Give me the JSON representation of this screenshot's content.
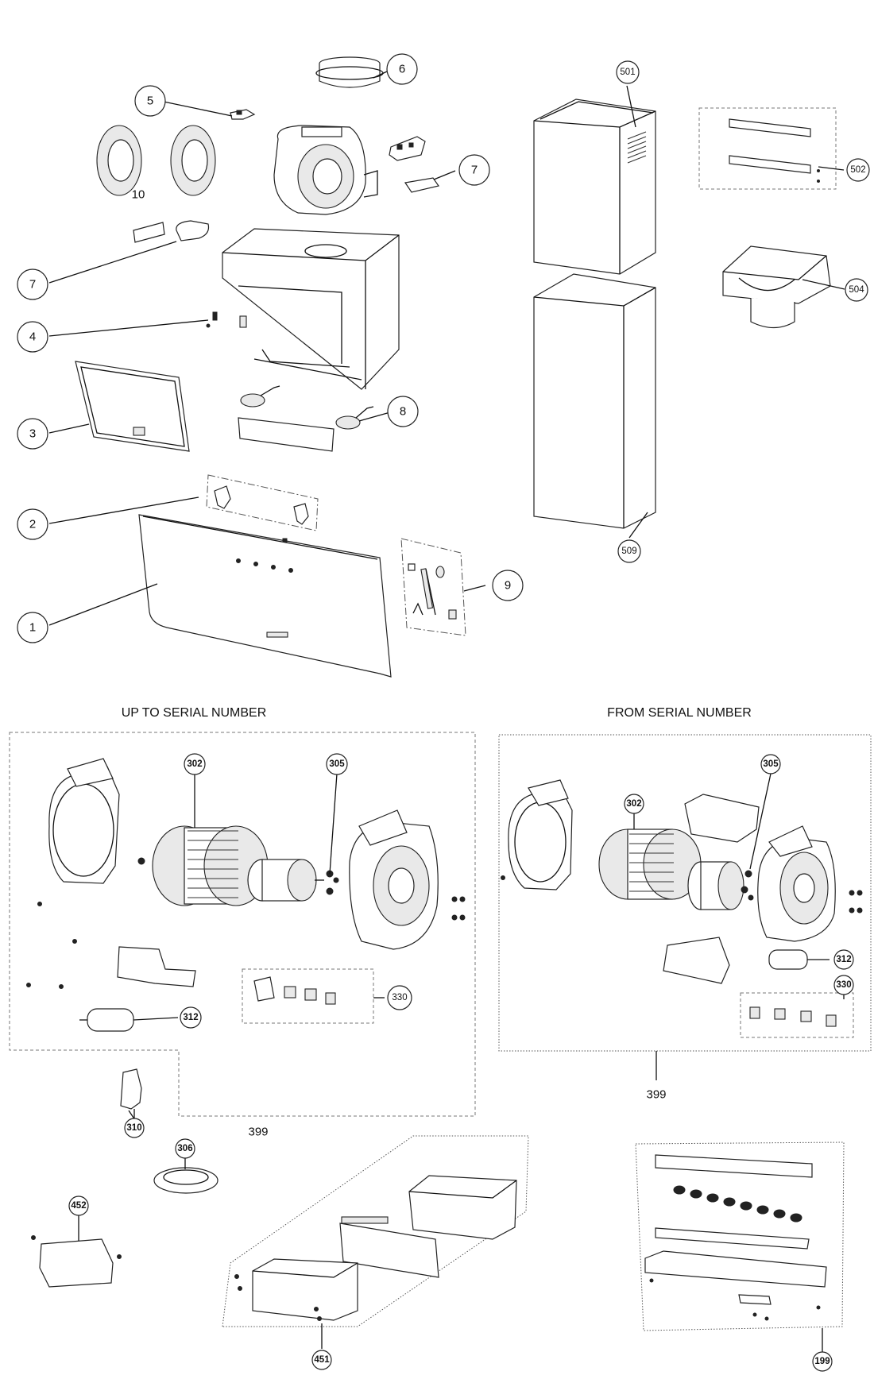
{
  "sections": {
    "up_to_serial": "UP TO SERIAL NUMBER",
    "from_serial": "FROM SERIAL NUMBER"
  },
  "callouts": {
    "c1": "1",
    "c2": "2",
    "c3": "3",
    "c4": "4",
    "c5": "5",
    "c6": "6",
    "c7a": "7",
    "c7b": "7",
    "c8": "8",
    "c9": "9",
    "c10": "10",
    "c501": "501",
    "c502": "502",
    "c504": "504",
    "c509": "509",
    "c302a": "302",
    "c305a": "305",
    "c312a": "312",
    "c330a": "330",
    "c399a": "399",
    "c302b": "302",
    "c305b": "305",
    "c312b": "312",
    "c330b": "330",
    "c399b": "399",
    "c310": "310",
    "c306": "306",
    "c452": "452",
    "c451": "451",
    "c199": "199"
  }
}
